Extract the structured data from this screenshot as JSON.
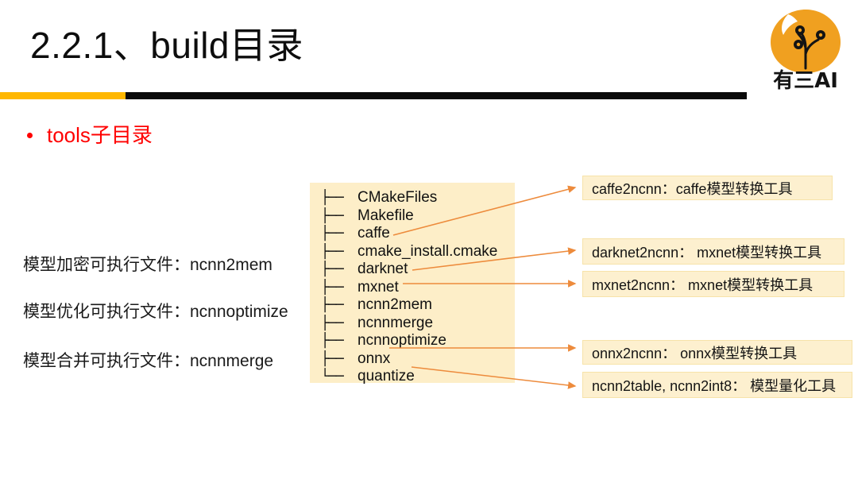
{
  "slide": {
    "title": "2.2.1、build目录",
    "background_color": "#ffffff"
  },
  "divider": {
    "yellow_color": "#ffb700",
    "black_color": "#0a0a0a"
  },
  "logo": {
    "text": "有三AI",
    "circle_color": "#f0a020",
    "mark_color": "#111111"
  },
  "bullet": {
    "text": "tools子目录",
    "color": "#ff0000"
  },
  "left_notes": [
    "模型加密可执行文件：ncnn2mem",
    "模型优化可执行文件：ncnnoptimize",
    "模型合并可执行文件：ncnnmerge"
  ],
  "tree": {
    "panel_color": "#fdeec8",
    "entries": [
      {
        "branch": "├──",
        "name": "CMakeFiles"
      },
      {
        "branch": "├──",
        "name": "Makefile"
      },
      {
        "branch": "├──",
        "name": "caffe"
      },
      {
        "branch": "├──",
        "name": "cmake_install.cmake"
      },
      {
        "branch": "├──",
        "name": "darknet"
      },
      {
        "branch": "├──",
        "name": "mxnet"
      },
      {
        "branch": "├──",
        "name": "ncnn2mem"
      },
      {
        "branch": "├──",
        "name": "ncnnmerge"
      },
      {
        "branch": "├──",
        "name": "ncnnoptimize"
      },
      {
        "branch": "├──",
        "name": "onnx"
      },
      {
        "branch": "└──",
        "name": "quantize"
      }
    ]
  },
  "callouts": [
    {
      "text": "caffe2ncnn：caffe模型转换工具"
    },
    {
      "text": "darknet2ncnn： mxnet模型转换工具"
    },
    {
      "text": "mxnet2ncnn： mxnet模型转换工具"
    },
    {
      "text": "onnx2ncnn： onnx模型转换工具"
    },
    {
      "text": "ncnn2table, ncnn2int8： 模型量化工具"
    }
  ],
  "arrows": {
    "color": "#ed8b3c",
    "items": [
      {
        "from_label": "caffe",
        "to_label": "caffe2ncnn"
      },
      {
        "from_label": "darknet",
        "to_label": "darknet2ncnn"
      },
      {
        "from_label": "mxnet",
        "to_label": "mxnet2ncnn"
      },
      {
        "from_label": "onnx",
        "to_label": "onnx2ncnn"
      },
      {
        "from_label": "quantize",
        "to_label": "ncnn2table, ncnn2int8"
      }
    ]
  }
}
